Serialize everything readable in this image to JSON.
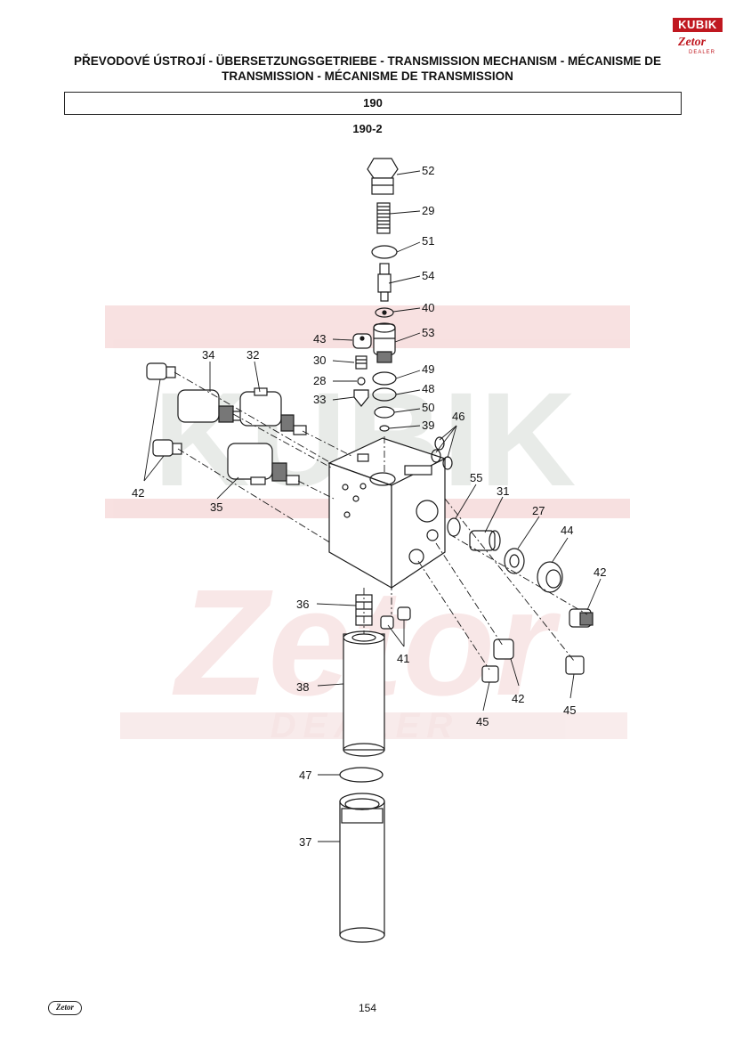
{
  "header": {
    "title_line1": "PŘEVODOVÉ ÚSTROJÍ - ÜBERSETZUNGSGETRIEBE - TRANSMISSION MECHANISM - MÉCANISME DE",
    "title_line2": "TRANSMISSION - MÉCANISME DE TRANSMISSION",
    "section_code": "190",
    "sub_code": "190-2"
  },
  "logo": {
    "brand": "KUBIK",
    "zetor": "Zetor",
    "dealer": "DEALER"
  },
  "watermark": {
    "brand": "KUBIK",
    "zetor": "Zetor",
    "dealer": "DEALER"
  },
  "callouts": [
    "52",
    "29",
    "51",
    "54",
    "40",
    "53",
    "43",
    "30",
    "28",
    "33",
    "49",
    "48",
    "50",
    "39",
    "46",
    "34",
    "32",
    "42",
    "35",
    "55",
    "31",
    "27",
    "44",
    "42",
    "36",
    "41",
    "38",
    "42",
    "45",
    "45",
    "47",
    "37"
  ],
  "footer": {
    "page_number": "154",
    "logo": "Zetor"
  },
  "colors": {
    "line": "#1a1a1a",
    "watermark": "#e8a0a0",
    "brand_red": "#c01820"
  }
}
